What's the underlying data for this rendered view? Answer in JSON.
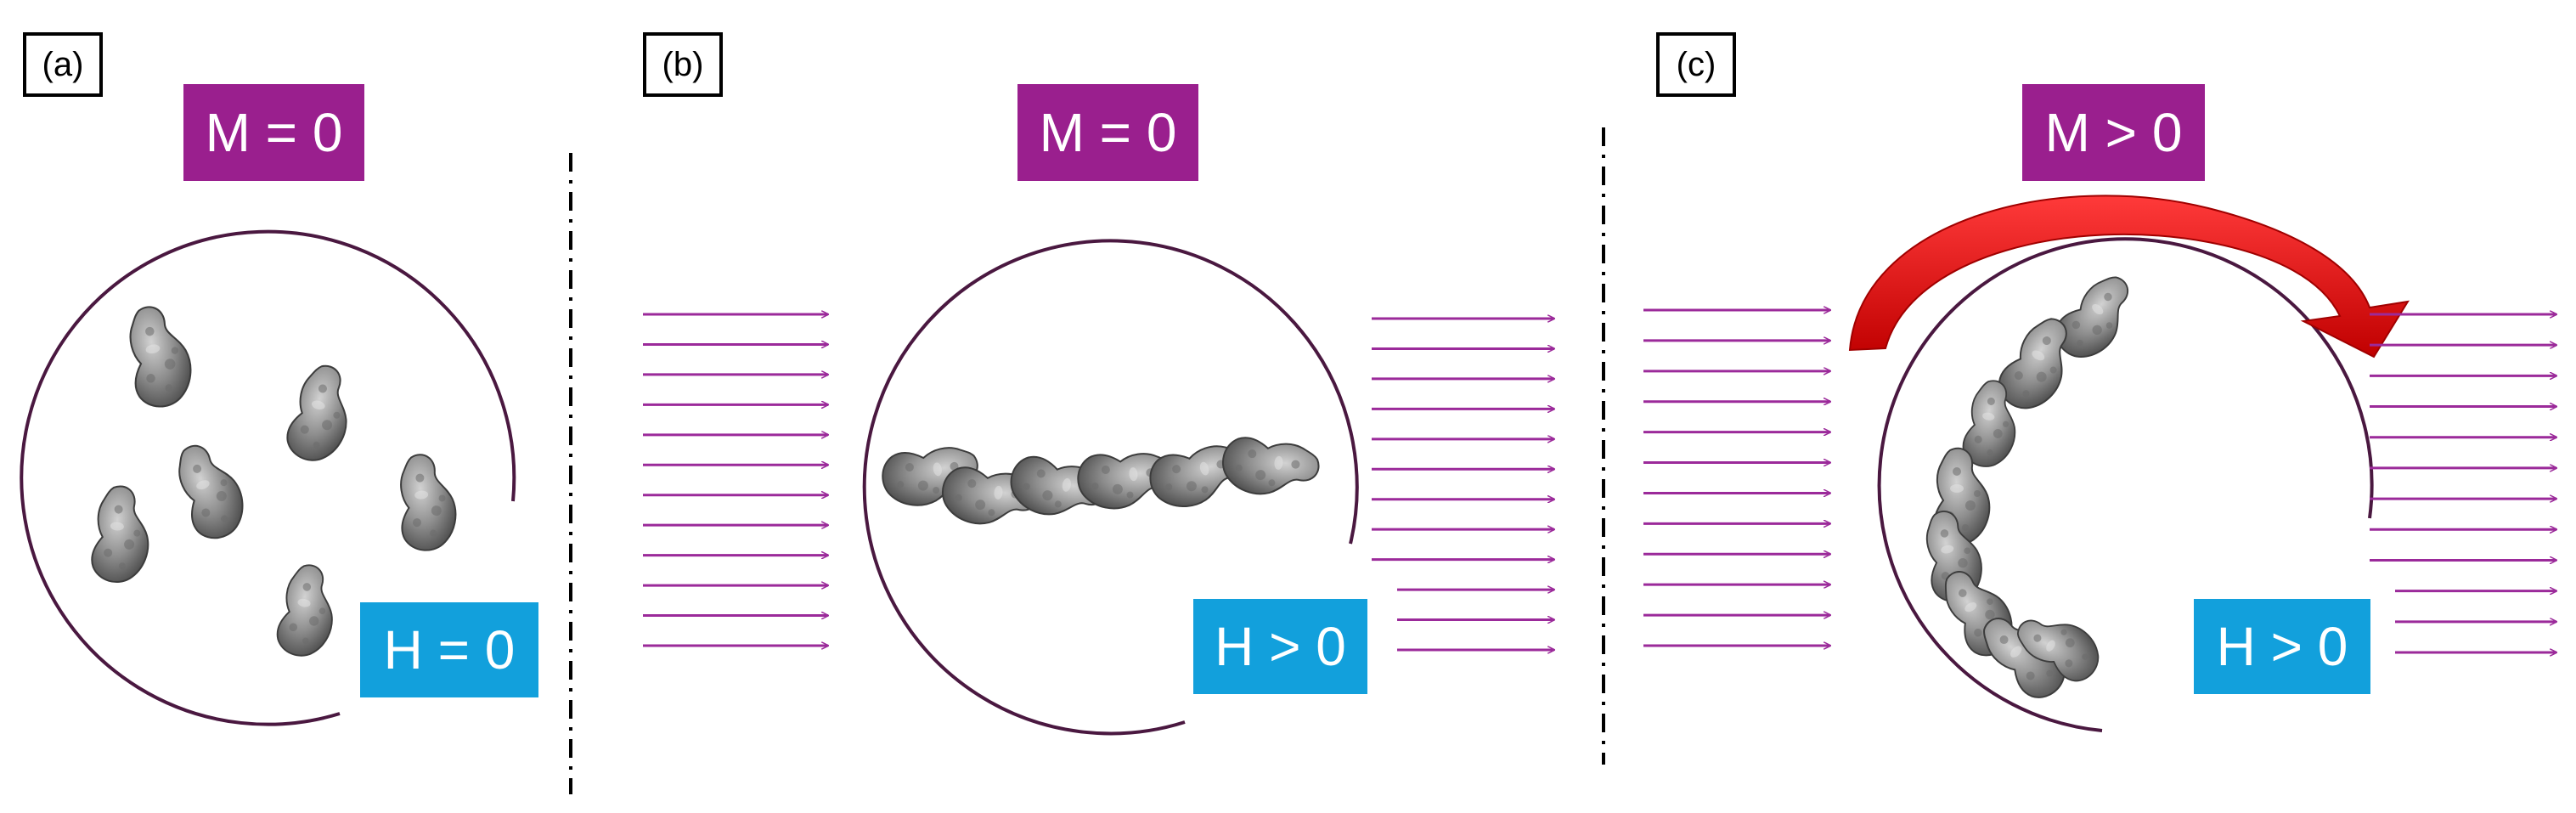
{
  "colors": {
    "magnetization_badge": "#9a1f8e",
    "field_badge": "#12a0dc",
    "field_arrows": "#9b2a9a",
    "circle_outline": "#4a1840",
    "rotation_arrow": "#dd0b0b",
    "particle": "#8c8c8c"
  },
  "panels": [
    {
      "label": "(a)",
      "magnetization": "M = 0",
      "field": "H = 0"
    },
    {
      "label": "(b)",
      "magnetization": "M = 0",
      "field": "H > 0"
    },
    {
      "label": "(c)",
      "magnetization": "M > 0",
      "field": "H > 0"
    }
  ],
  "icons": {
    "particle": "rock-particle-icon",
    "field_arrow": "arrow-right-icon",
    "rotation": "curved-arrow-icon"
  }
}
